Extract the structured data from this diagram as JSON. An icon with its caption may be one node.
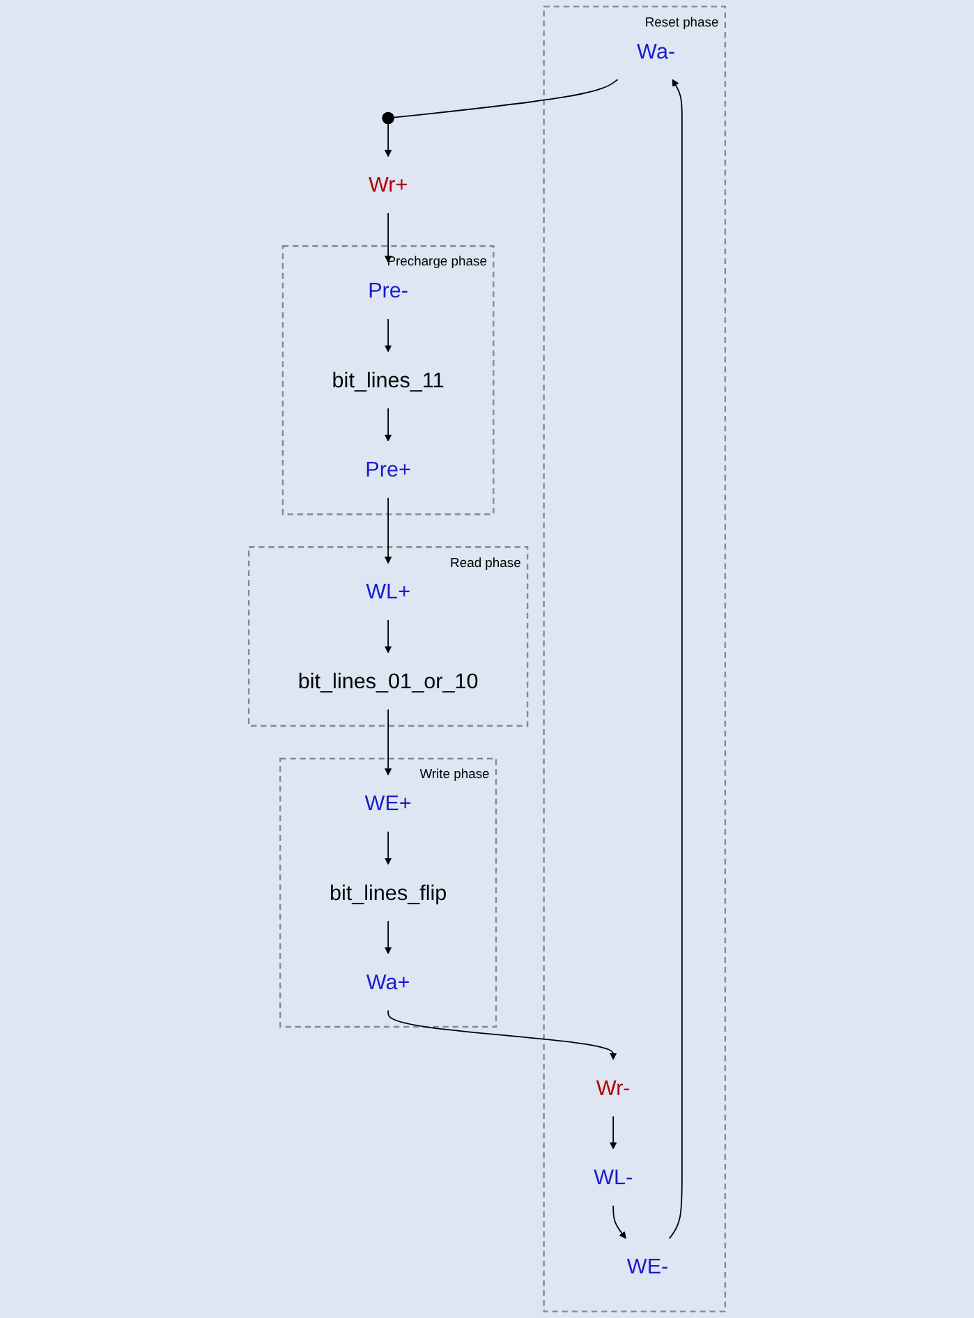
{
  "diagram": {
    "nodes": [
      {
        "text": [
          "Reset phase"
        ]
      },
      {
        "text": [
          "Wa-"
        ],
        "in": 0
      },
      {
        "text": [
          "WE-"
        ],
        "in": 0
      },
      {
        "text": [
          "WL-"
        ],
        "in": 0
      },
      {
        "text": [
          "Wr-"
        ],
        "in": 0
      },
      {
        "text": [],
        "shape": "circle"
      },
      {
        "text": [
          "Wr+"
        ]
      },
      {
        "text": [
          "Precharge phase"
        ]
      },
      {
        "text": [
          "Pre-"
        ],
        "in": 7
      },
      {
        "text": [
          "bit_lines_11"
        ],
        "in": 7
      },
      {
        "text": [
          "Pre+"
        ],
        "in": 7
      },
      {
        "text": [
          "Read phase"
        ]
      },
      {
        "text": [
          "WL+"
        ],
        "in": 11
      },
      {
        "text": [
          "bit_lines_01_or_10"
        ],
        "in": 11
      },
      {
        "text": [
          "Write phase"
        ]
      },
      {
        "text": [
          "WE+"
        ],
        "in": 14
      },
      {
        "text": [
          "bit_lines_flip"
        ],
        "in": 14
      },
      {
        "text": [
          "Wa+"
        ],
        "in": 14
      }
    ],
    "edges": [
      {
        "from": 1,
        "to": 5,
        "arrow": "none"
      },
      {
        "from": 5,
        "to": 6,
        "arrow": "to"
      },
      {
        "from": 6,
        "to": 8,
        "arrow": "to"
      },
      {
        "from": 8,
        "to": 9,
        "arrow": "to"
      },
      {
        "from": 9,
        "to": 10,
        "arrow": "to"
      },
      {
        "from": 10,
        "to": 12,
        "arrow": "to"
      },
      {
        "from": 12,
        "to": 13,
        "arrow": "to"
      },
      {
        "from": 13,
        "to": 15,
        "arrow": "to"
      },
      {
        "from": 15,
        "to": 16,
        "arrow": "to"
      },
      {
        "from": 16,
        "to": 17,
        "arrow": "to"
      },
      {
        "from": 17,
        "to": 4,
        "arrow": "to"
      },
      {
        "from": 4,
        "to": 3,
        "arrow": "to"
      },
      {
        "from": 3,
        "to": 2,
        "arrow": "to"
      },
      {
        "from": 2,
        "to": 1,
        "arrow": "to"
      }
    ]
  }
}
